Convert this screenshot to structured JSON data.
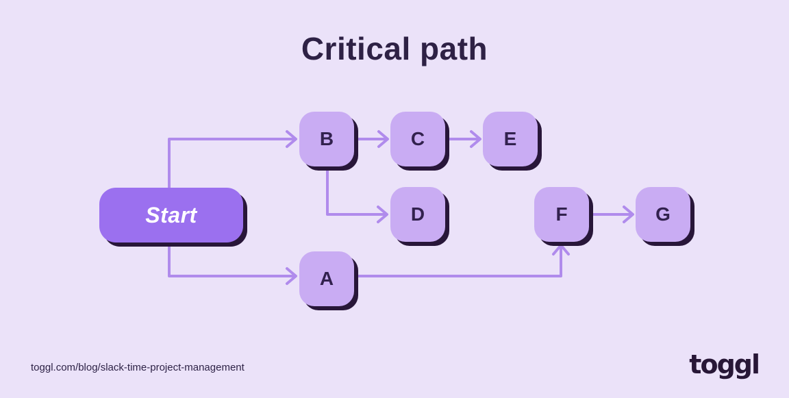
{
  "title": "Critical path",
  "diagram": {
    "nodes": [
      {
        "id": "start",
        "label": "Start",
        "type": "start"
      },
      {
        "id": "a",
        "label": "A",
        "type": "task"
      },
      {
        "id": "b",
        "label": "B",
        "type": "task"
      },
      {
        "id": "c",
        "label": "C",
        "type": "task"
      },
      {
        "id": "d",
        "label": "D",
        "type": "task"
      },
      {
        "id": "e",
        "label": "E",
        "type": "task"
      },
      {
        "id": "f",
        "label": "F",
        "type": "task"
      },
      {
        "id": "g",
        "label": "G",
        "type": "task"
      }
    ],
    "edges": [
      {
        "from": "Start",
        "to": "B"
      },
      {
        "from": "Start",
        "to": "A"
      },
      {
        "from": "B",
        "to": "C"
      },
      {
        "from": "B",
        "to": "D"
      },
      {
        "from": "C",
        "to": "E"
      },
      {
        "from": "A",
        "to": "F"
      },
      {
        "from": "F",
        "to": "G"
      }
    ]
  },
  "footer": {
    "source_url": "toggl.com/blog/slack-time-project-management",
    "brand": "toggl"
  },
  "colors": {
    "background": "#EBE2F9",
    "task_node_fill": "#C9ACF3",
    "start_node_fill": "#9B70EF",
    "connector": "#B08BEC",
    "node_shadow": "#281639",
    "text_dark": "#2E2145"
  }
}
